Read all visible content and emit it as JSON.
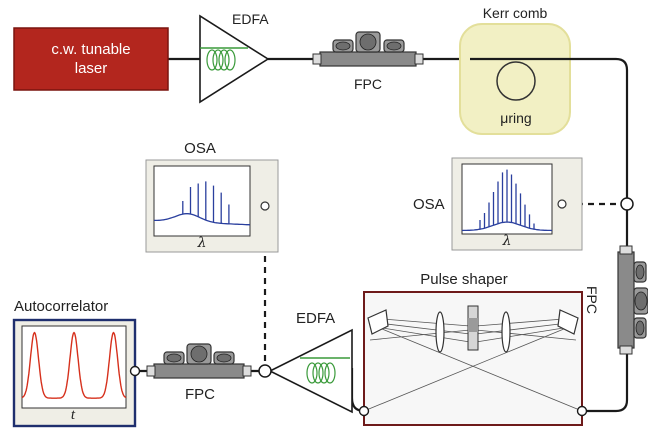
{
  "colors": {
    "laser_fill": "#b3261e",
    "laser_border": "#7a140e",
    "fiber": "#1a1a1a",
    "kerr_fill": "#f2f0c4",
    "kerr_border": "#e3df9a",
    "panel_fill": "#efeee6",
    "plot_fill": "#ffffff",
    "spectrum": "#2a3f9e",
    "autocorr_trace": "#d6301c",
    "autocorr_border": "#1f2f6e",
    "coil": "#3a9a3a",
    "fpc_body": "#8a8a8a",
    "pulse_shaper_border": "#6e1a1a",
    "pulse_shaper_fill": "#f7f7f7"
  },
  "laser": {
    "line1": "c.w. tunable",
    "line2": "laser"
  },
  "edfa_top": {
    "label": "EDFA"
  },
  "edfa_bottom": {
    "label": "EDFA"
  },
  "fpc_top": {
    "label": "FPC"
  },
  "fpc_right": {
    "label": "FPC"
  },
  "fpc_bottom": {
    "label": "FPC"
  },
  "kerr_comb": {
    "label": "Kerr comb",
    "ring_label": "μring"
  },
  "osa_left": {
    "label": "OSA",
    "axis": "λ"
  },
  "osa_right": {
    "label": "OSA",
    "axis": "λ"
  },
  "autocorrelator": {
    "label": "Autocorrelator",
    "axis": "t"
  },
  "pulse_shaper": {
    "label": "Pulse shaper"
  },
  "osa_left_spectrum": {
    "line_positions": [
      0.3,
      0.38,
      0.46,
      0.54,
      0.62,
      0.7,
      0.78
    ],
    "line_heights": [
      0.5,
      0.7,
      0.75,
      0.78,
      0.72,
      0.62,
      0.45
    ]
  },
  "osa_right_spectrum": {
    "line_positions": [
      0.2,
      0.25,
      0.3,
      0.35,
      0.4,
      0.45,
      0.5,
      0.55,
      0.6,
      0.65,
      0.7,
      0.75,
      0.8
    ],
    "line_heights": [
      0.2,
      0.3,
      0.45,
      0.6,
      0.75,
      0.88,
      0.92,
      0.85,
      0.72,
      0.58,
      0.42,
      0.28,
      0.15
    ]
  },
  "autocorrelation_peaks": [
    0.12,
    0.5,
    0.88
  ]
}
